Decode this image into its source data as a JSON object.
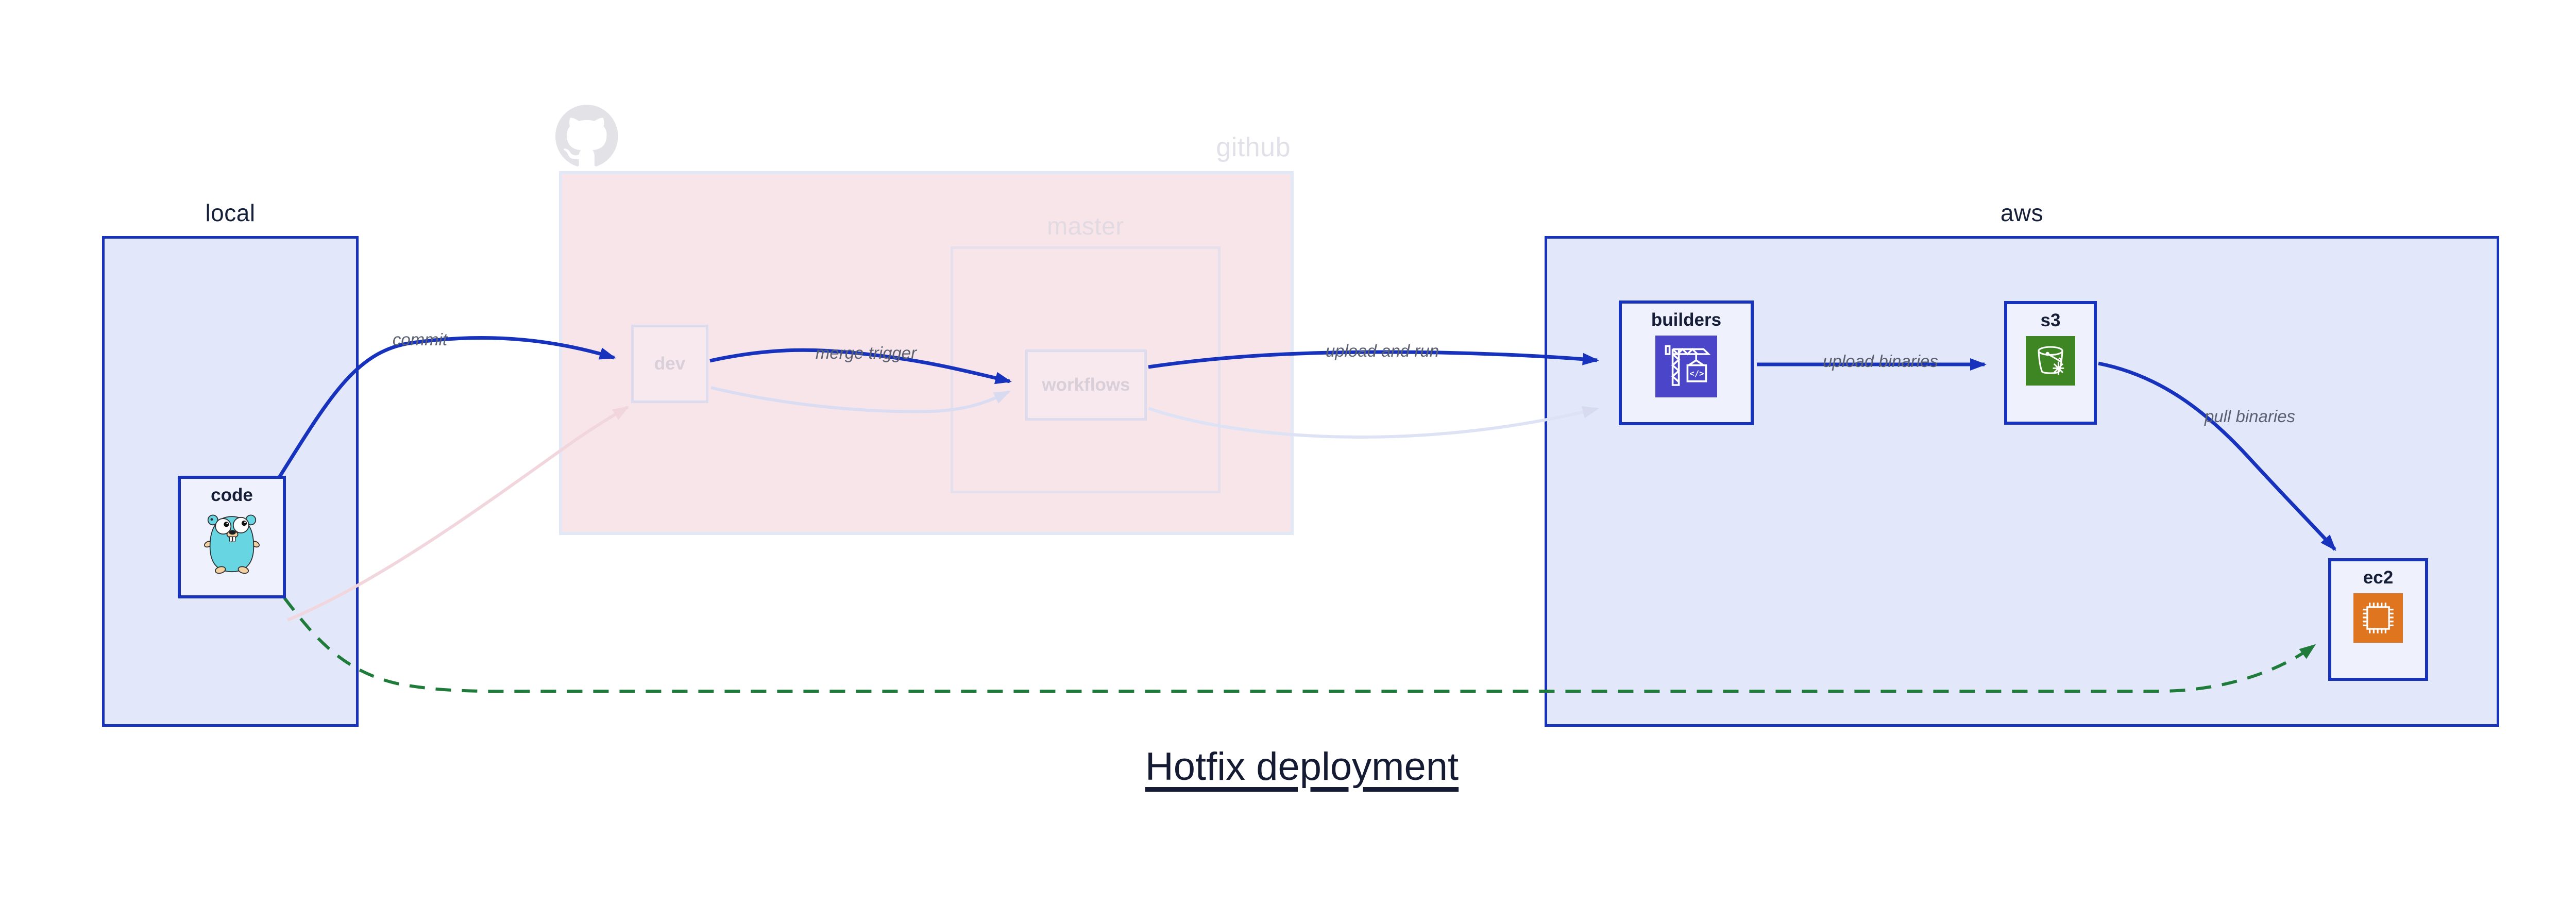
{
  "title": "Hotfix deployment",
  "clusters": {
    "local": {
      "label": "local"
    },
    "github": {
      "label": "github"
    },
    "master": {
      "label": "master"
    },
    "aws": {
      "label": "aws"
    }
  },
  "nodes": {
    "code": {
      "label": "code",
      "icon": "go-gopher-icon"
    },
    "dev": {
      "label": "dev"
    },
    "workflows": {
      "label": "workflows"
    },
    "builders": {
      "label": "builders",
      "icon": "codebuild-crane-icon"
    },
    "s3": {
      "label": "s3",
      "icon": "s3-bucket-icon"
    },
    "ec2": {
      "label": "ec2",
      "icon": "ec2-chip-icon"
    }
  },
  "edges": {
    "commit": {
      "label": "commit"
    },
    "merge_trigger": {
      "label": "merge trigger"
    },
    "upload_and_run": {
      "label": "upload and run"
    },
    "upload_binaries": {
      "label": "upload binaries"
    },
    "pull_binaries": {
      "label": "pull binaries"
    },
    "hotfix_pull": {
      "label": ""
    }
  },
  "icons": {
    "github_logo": "github-octocat-icon",
    "codebuild_glyph": "</>"
  },
  "colors": {
    "accent_blue": "#1733bd",
    "cluster_fill": "#e2e8fa",
    "node_fill": "#eff2fc",
    "faded_pink_fill": "#f8e5ea",
    "faded_border": "#dddcee",
    "edge_label_gray": "#5b6170",
    "green_dashed": "#1e7b39",
    "faded_pink_edge": "#f2d6de",
    "faded_lavender_edge": "#dadcf2",
    "codebuild_bg": "#4b46c9",
    "s3_bg": "#3e8624",
    "ec2_bg": "#e0751f",
    "title_navy": "#141b33",
    "gopher_teal": "#67d5e2"
  }
}
